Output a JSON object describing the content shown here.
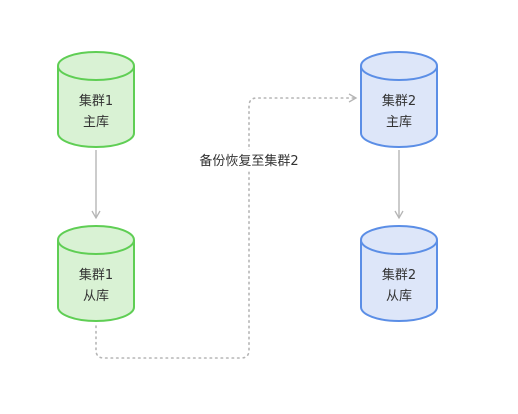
{
  "colors": {
    "green_fill": "#d9f2d4",
    "green_stroke": "#5fce54",
    "blue_fill": "#dde6f9",
    "blue_stroke": "#5b8ee6",
    "arrow": "#b5b5b5"
  },
  "nodes": {
    "cluster1_primary": {
      "line1": "集群1",
      "line2": "主库"
    },
    "cluster1_replica": {
      "line1": "集群1",
      "line2": "从库"
    },
    "cluster2_primary": {
      "line1": "集群2",
      "line2": "主库"
    },
    "cluster2_replica": {
      "line1": "集群2",
      "line2": "从库"
    }
  },
  "edges": {
    "backup_restore_label": "备份恢复至集群2"
  }
}
